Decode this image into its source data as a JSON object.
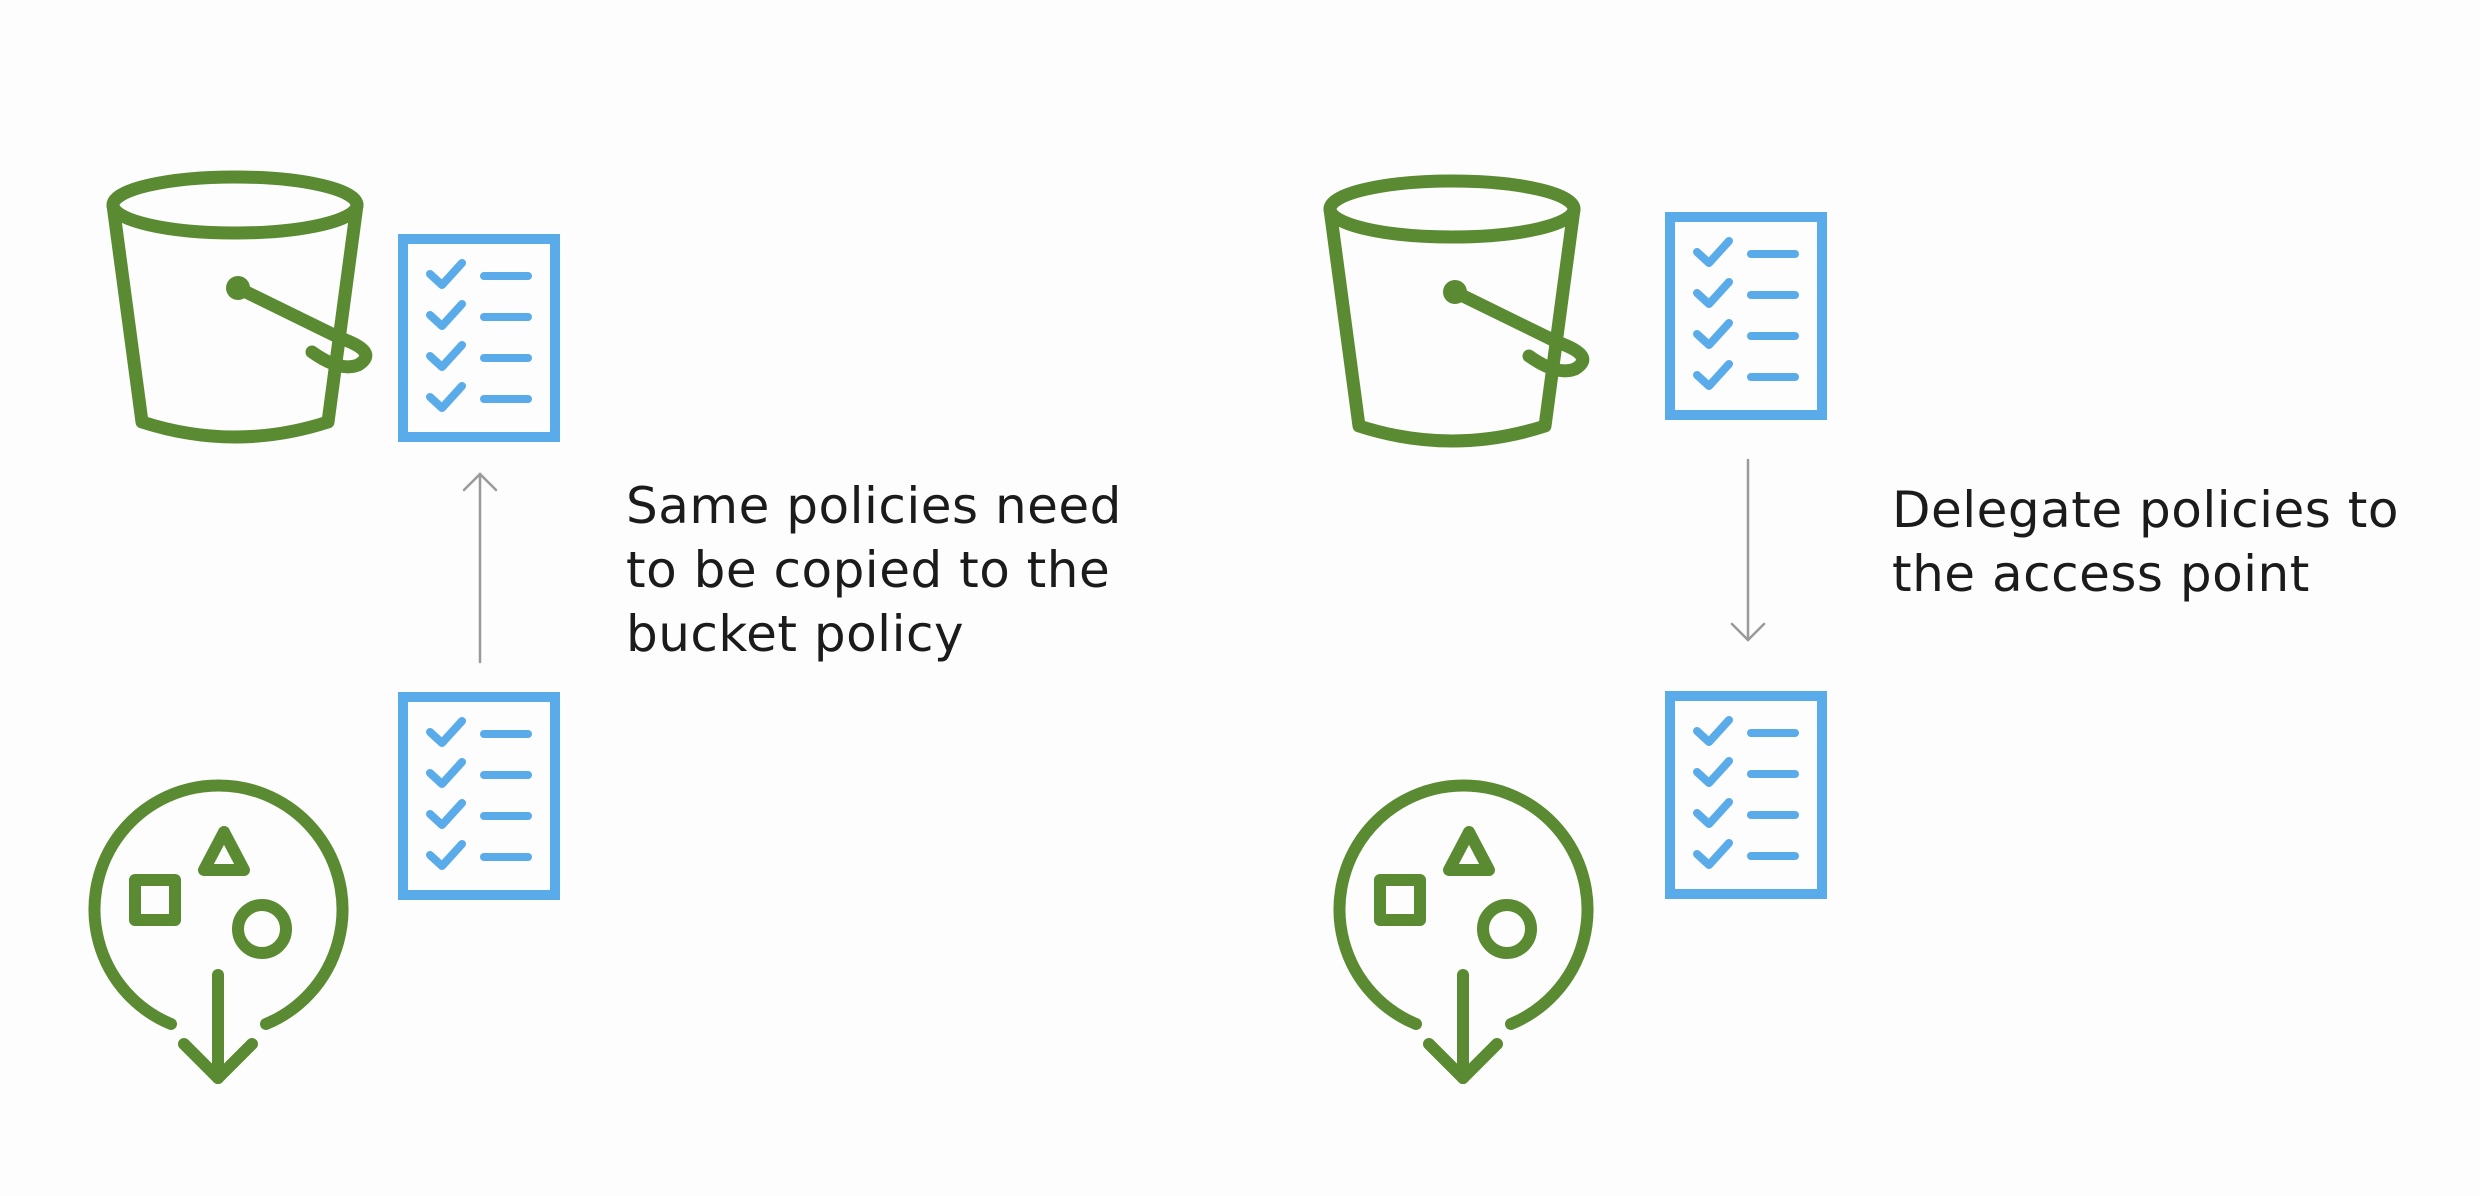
{
  "colors": {
    "aws_green": "#5a8a32",
    "policy_blue": "#5aabea",
    "arrow_grey": "#9a9a9a",
    "text": "#1b1b1b"
  },
  "panels": [
    {
      "name": "copy-policies",
      "caption_lines": [
        "Same policies need",
        "to be copied to the",
        "bucket policy"
      ],
      "arrow_direction": "up"
    },
    {
      "name": "delegate-policies",
      "caption_lines": [
        "Delegate policies to",
        "the access point"
      ],
      "arrow_direction": "down"
    }
  ],
  "icons": {
    "bucket": "s3-bucket-icon",
    "policy": "policy-document-icon",
    "access_point": "s3-access-point-icon"
  }
}
